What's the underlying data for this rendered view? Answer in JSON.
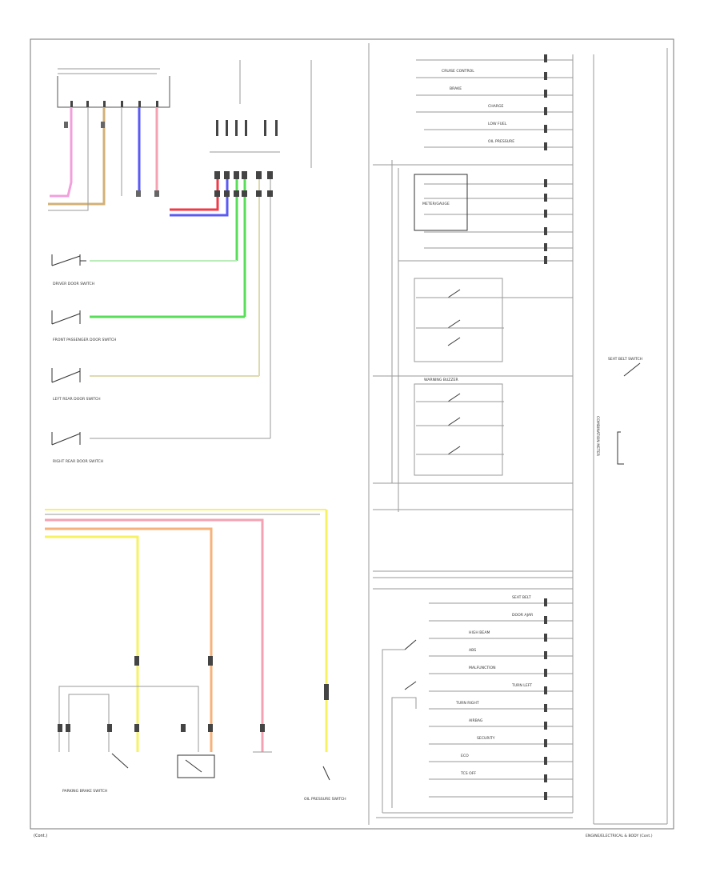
{
  "colors": {
    "pink": "#f2a0dc",
    "tan": "#d2b176",
    "blue": "#5a5af5",
    "red": "#ef3a48",
    "green": "#58de58",
    "light_green": "#b9ecb9",
    "yellow": "#f6f264",
    "orange": "#f6b27a",
    "rose": "#f4a2b2",
    "beige": "#dedab0",
    "line": "#555555"
  },
  "footer": {
    "left": "(Cont.)",
    "right": "ENGINE/ELECTRICAL & BODY (Cont.)"
  },
  "switches": {
    "driver_door": "DRIVER DOOR SWITCH",
    "front_passenger": "FRONT PASSENGER DOOR SWITCH",
    "left_rear": "LEFT REAR DOOR SWITCH",
    "right_rear": "RIGHT REAR DOOR SWITCH",
    "parking_brake": "PARKING BRAKE SWITCH",
    "oil_pressure": "OIL PRESSURE SWITCH",
    "seat_belt": "SEAT BELT SWITCH"
  },
  "lamp_labels": [
    "CRUISE CONTROL",
    "BRAKE",
    "CHARGE",
    "LOW FUEL",
    "OIL PRESSURE",
    "SEAT BELT",
    "DOOR AJAR",
    "HIGH BEAM",
    "ABS",
    "MALFUNCTION",
    "TURN LEFT",
    "TURN RIGHT",
    "AIRBAG",
    "SECURITY",
    "ECO",
    "TCS OFF"
  ],
  "modules": {
    "combination_meter": "COMBINATION METER",
    "warning_buzzer": "WARNING BUZZER",
    "meter_gauge": "METER/GAUGE"
  }
}
